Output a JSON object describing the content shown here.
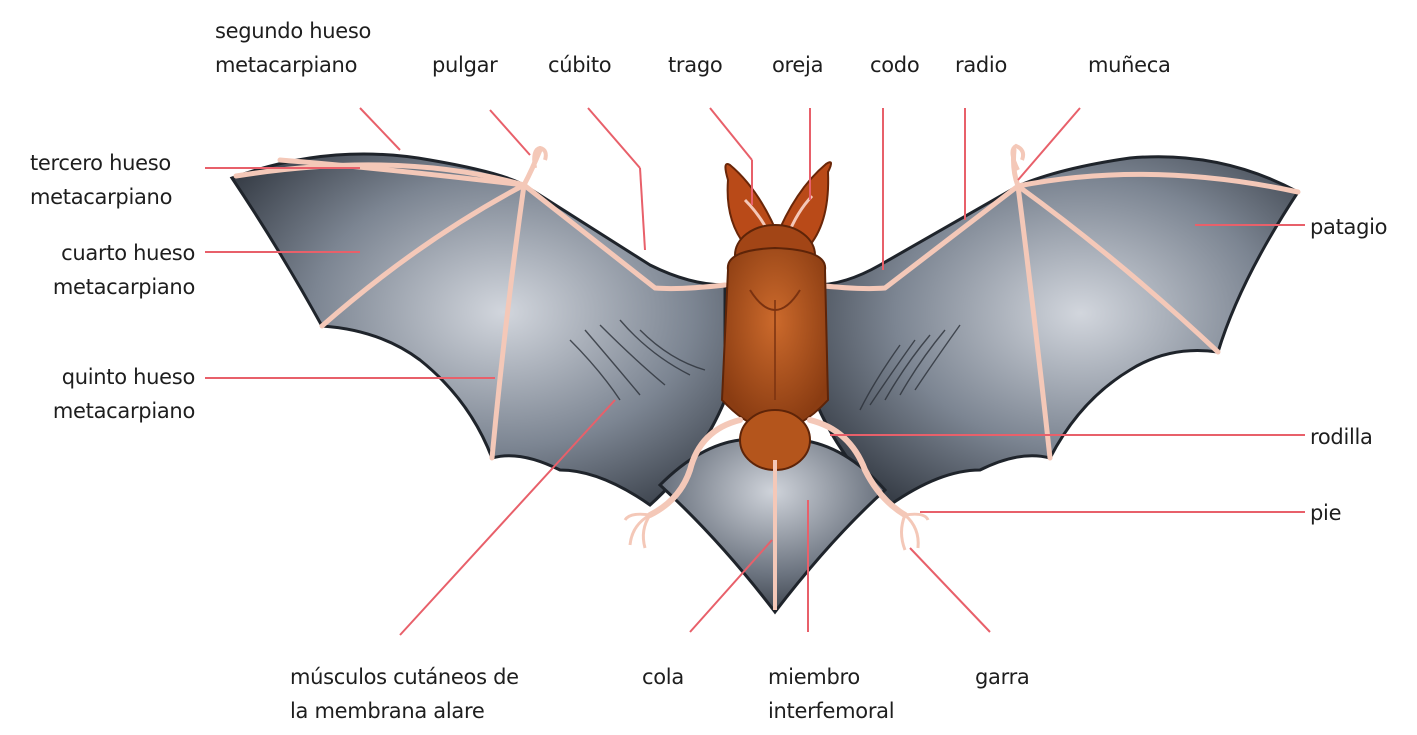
{
  "labels": {
    "segundo_hueso": [
      "segundo hueso",
      "metacarpiano"
    ],
    "pulgar": "pulgar",
    "cubito": "cúbito",
    "trago": "trago",
    "oreja": "oreja",
    "codo": "codo",
    "radio": "radio",
    "muneca": "muñeca",
    "tercero_hueso": [
      "tercero hueso",
      "metacarpiano"
    ],
    "cuarto_hueso": [
      "cuarto hueso",
      "metacarpiano"
    ],
    "quinto_hueso": [
      "quinto hueso",
      "metacarpiano"
    ],
    "patagio": "patagio",
    "rodilla": "rodilla",
    "pie": "pie",
    "musculos": [
      "músculos cutáneos de",
      "la membrana alare"
    ],
    "cola": "cola",
    "miembro": [
      "miembro",
      "interfemoral"
    ],
    "garra": "garra"
  },
  "colors": {
    "leader_line": "#e8606a",
    "membrane_dark": "#2f3640",
    "membrane_light": "#c4c9d2",
    "bone": "#f4c8b8",
    "body": "#b5521d",
    "label_text": "#1e1e1e"
  }
}
